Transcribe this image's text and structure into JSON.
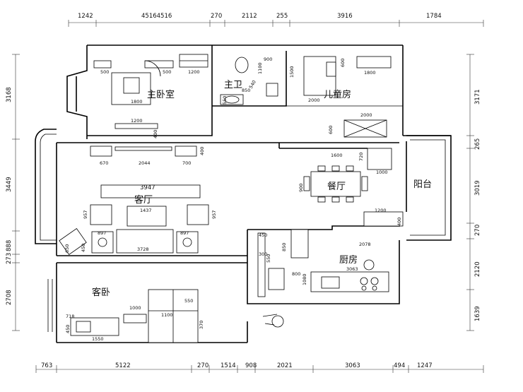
{
  "rooms": {
    "master_bedroom": "主卧室",
    "master_bath": "主卫",
    "kids_room": "儿童房",
    "living_room": "客厅",
    "dining_room": "餐厅",
    "balcony": "阳台",
    "kitchen": "厨房",
    "guest_bedroom": "客卧"
  },
  "dims_top": [
    "1242",
    "45164516",
    "270",
    "2112",
    "255",
    "3916",
    "1784"
  ],
  "dims_bottom": [
    "763",
    "5122",
    "270",
    "1514",
    "908",
    "2021",
    "3063",
    "494",
    "1247"
  ],
  "dims_left": [
    "3168",
    "3449",
    "888",
    "273",
    "2708"
  ],
  "dims_right": [
    "3171",
    "265",
    "3019",
    "270",
    "2120",
    "1639"
  ],
  "inner": {
    "mb_500": "500",
    "mb_1800": "1800",
    "mb_500b": "500",
    "mb_1200": "1200",
    "mb_1200b": "1200",
    "mb_400": "400",
    "bath_900": "900",
    "bath_1100": "1100",
    "bath_850": "850",
    "bath_550": "550",
    "bath_540": "540",
    "kid_1500": "1500",
    "kid_600": "600",
    "kid_1800": "1800",
    "kid_2000": "2000",
    "kid_2000b": "2000",
    "kid_600b": "600",
    "tv_670": "670",
    "tv_2044": "2044",
    "tv_700": "700",
    "tv_400": "400",
    "lr_3947": "3947",
    "lr_1437": "1437",
    "lr_957a": "957",
    "lr_957b": "957",
    "lr_897a": "897",
    "lr_897b": "897",
    "lr_3728": "3728",
    "lr_650": "650",
    "lr_450": "450",
    "din_1600": "1600",
    "din_720": "720",
    "din_1000": "1000",
    "din_900": "900",
    "bal_1200": "1200",
    "bal_400": "400",
    "k_450": "450",
    "k_300": "300",
    "k_550": "550",
    "k_850": "850",
    "k_800": "800",
    "k_1080": "1080",
    "k_2078": "2078",
    "k_3063": "3063",
    "gb_1000": "1000",
    "gb_550": "550",
    "gb_1100": "1100",
    "gb_718": "718",
    "gb_450": "450",
    "gb_1550": "1550",
    "gb_370": "370"
  }
}
